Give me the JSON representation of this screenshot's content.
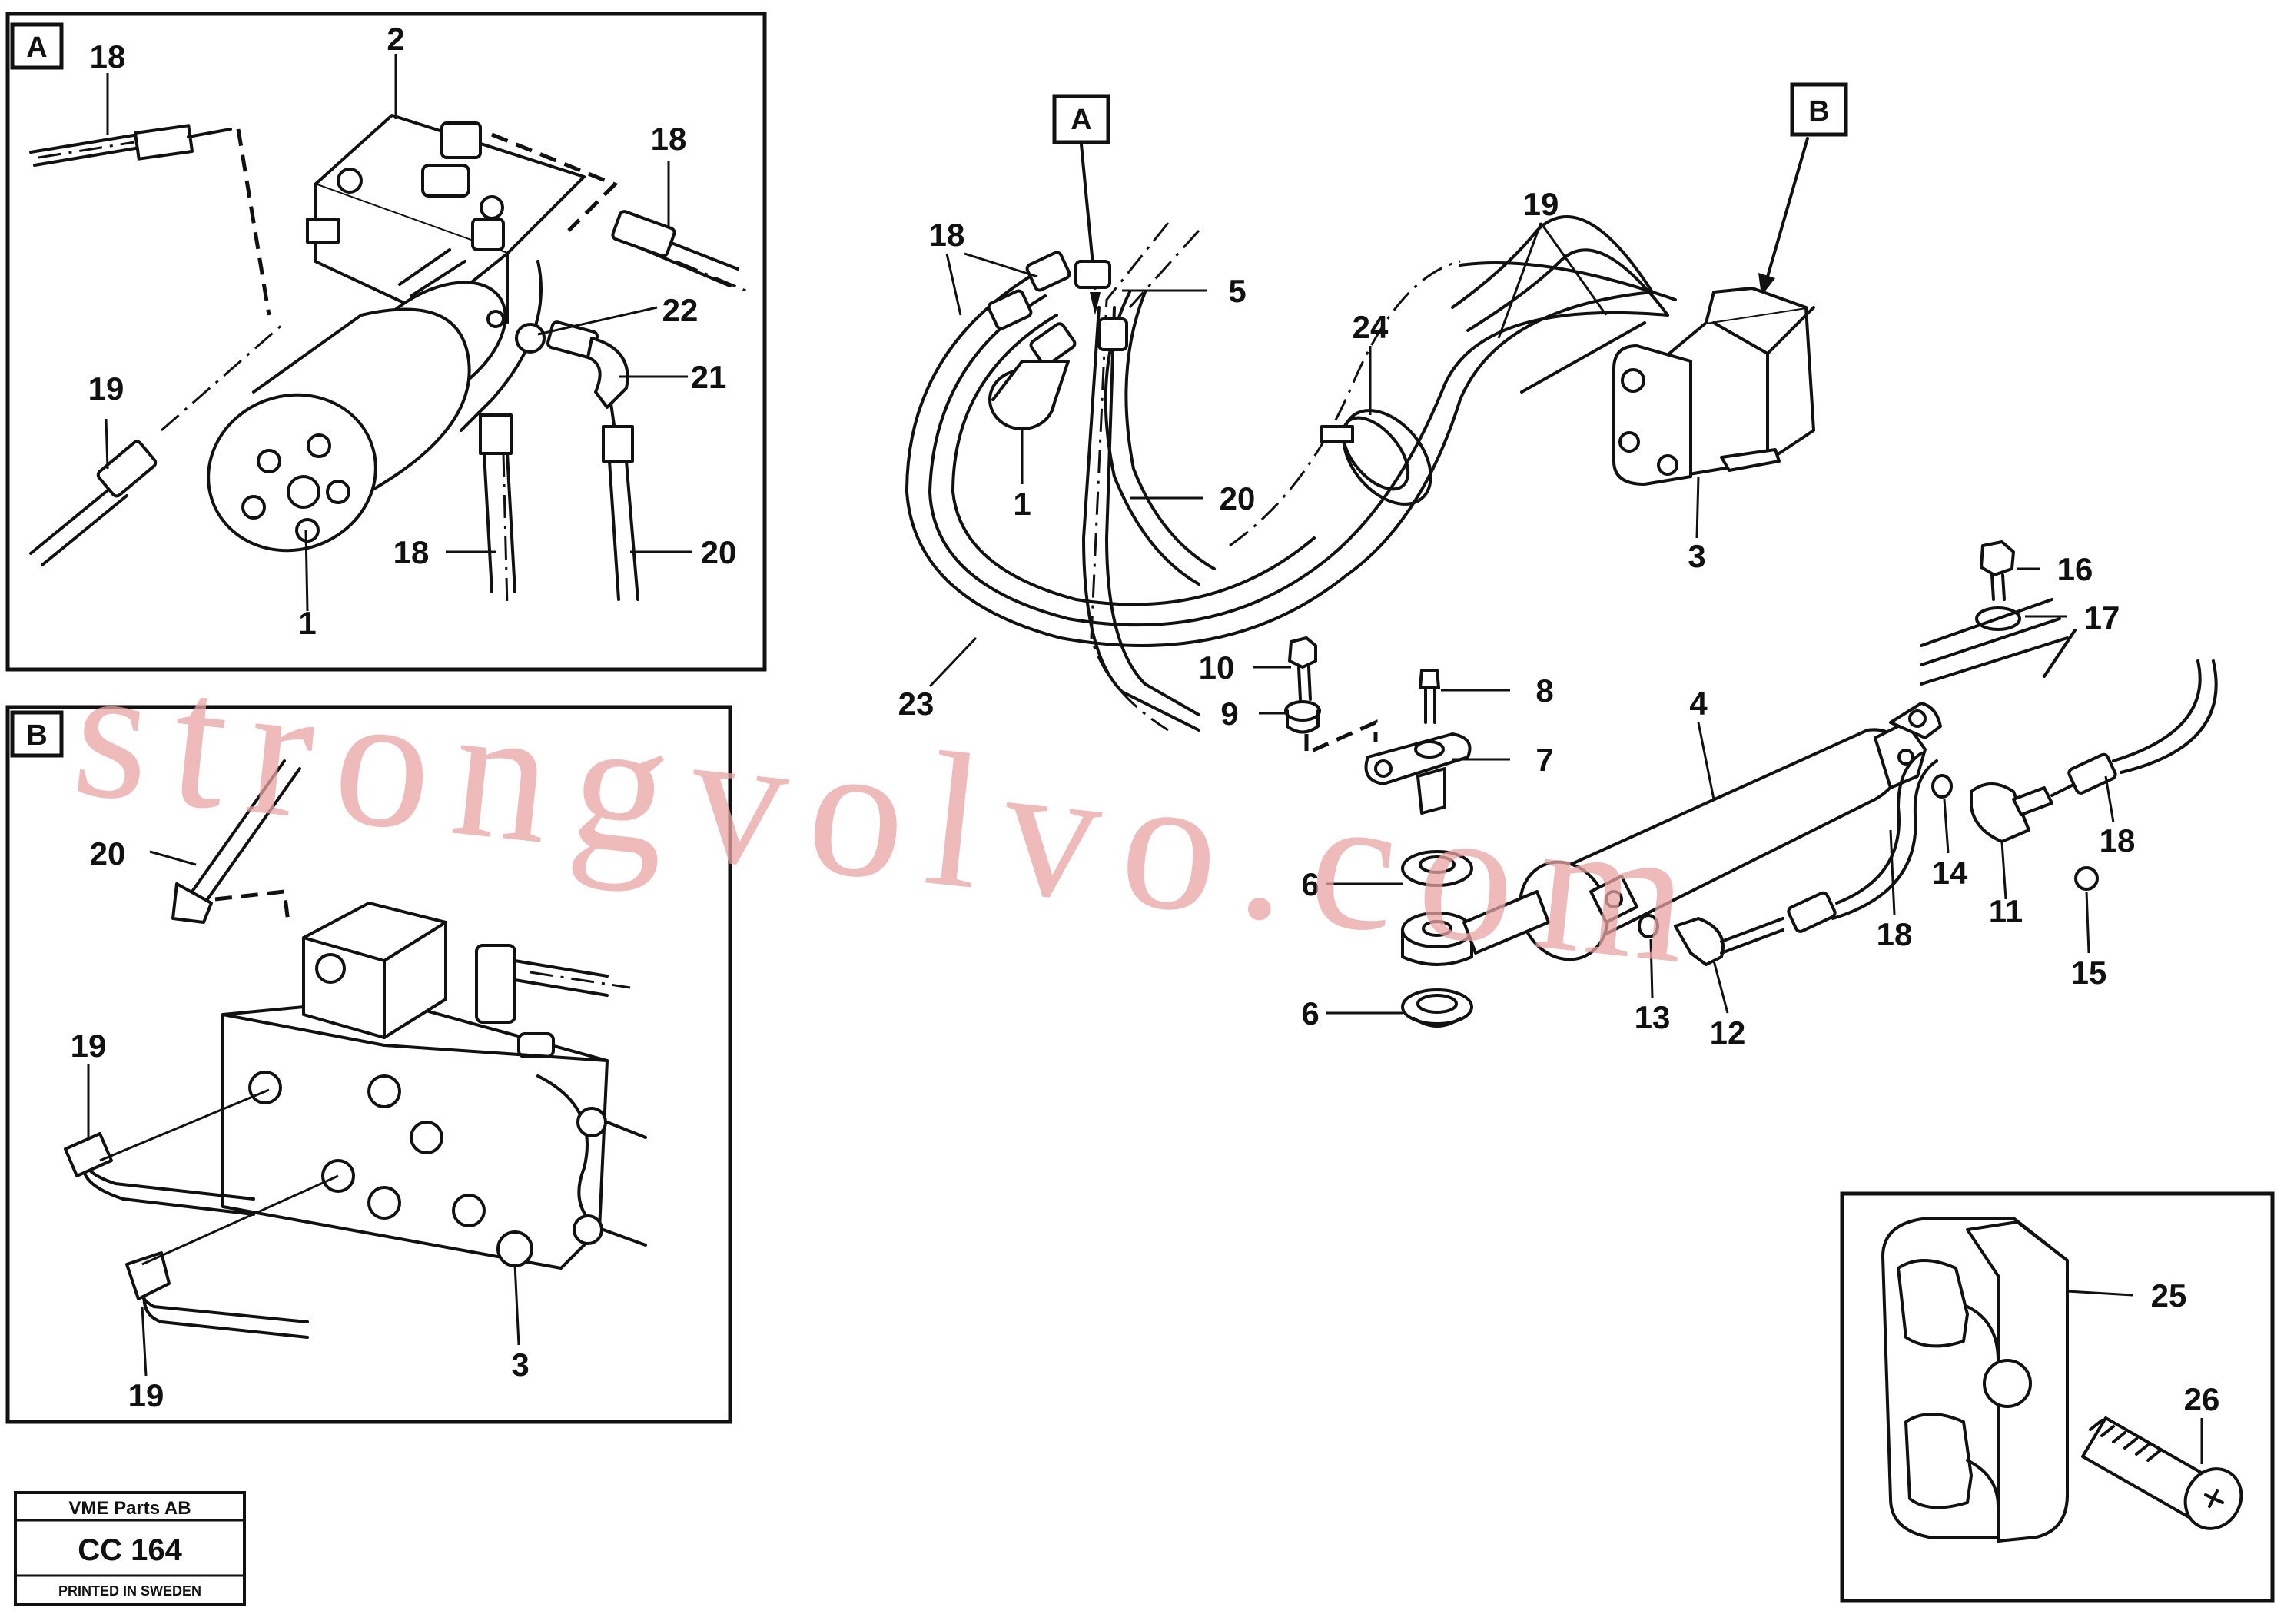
{
  "inset_a": {
    "label": "A",
    "callouts": [
      "18",
      "2",
      "18",
      "22",
      "21",
      "19",
      "18",
      "20",
      "1"
    ]
  },
  "inset_b": {
    "label": "B",
    "callouts": [
      "20",
      "19",
      "19",
      "3"
    ]
  },
  "main": {
    "marker_a": "A",
    "marker_b": "B",
    "callouts": [
      "18",
      "5",
      "19",
      "24",
      "1",
      "20",
      "3",
      "23",
      "16",
      "17",
      "10",
      "8",
      "9",
      "7",
      "4",
      "6",
      "6",
      "14",
      "11",
      "18",
      "15",
      "13",
      "12",
      "18"
    ]
  },
  "clamp_inset": {
    "callouts": [
      "25",
      "26"
    ]
  },
  "watermark": "strongvolvo.com",
  "title_block": {
    "company": "VME Parts AB",
    "code": "CC 164",
    "footer": "PRINTED IN SWEDEN"
  },
  "colors": {
    "ink": "#111111",
    "watermark": "#e9a3a3",
    "background": "#ffffff"
  }
}
